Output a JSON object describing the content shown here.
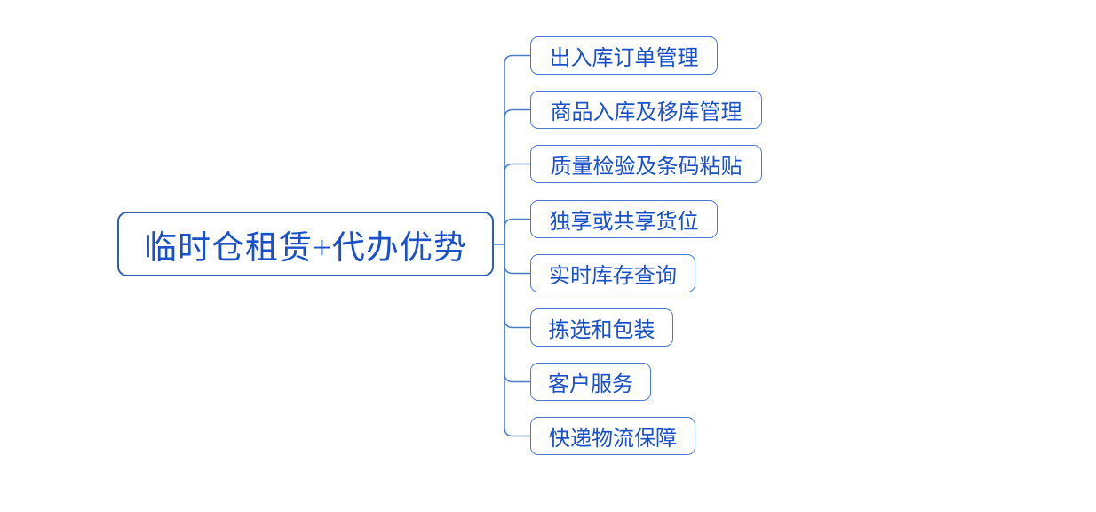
{
  "diagram": {
    "title": "临时仓租赁+代办优势 mind map",
    "root": {
      "label": "临时仓租赁+代办优势"
    },
    "children": [
      {
        "label": "出入库订单管理"
      },
      {
        "label": "商品入库及移库管理"
      },
      {
        "label": "质量检验及条码粘贴"
      },
      {
        "label": "独享或共享货位"
      },
      {
        "label": "实时库存查询"
      },
      {
        "label": "拣选和包装"
      },
      {
        "label": "客户服务"
      },
      {
        "label": "快递物流保障"
      }
    ],
    "colors": {
      "background": "#ffffff",
      "root_border": "#2c61ae",
      "child_border": "#4a7cc9",
      "connector_line": "#4a7cc9",
      "text": "#1a50c8"
    }
  }
}
